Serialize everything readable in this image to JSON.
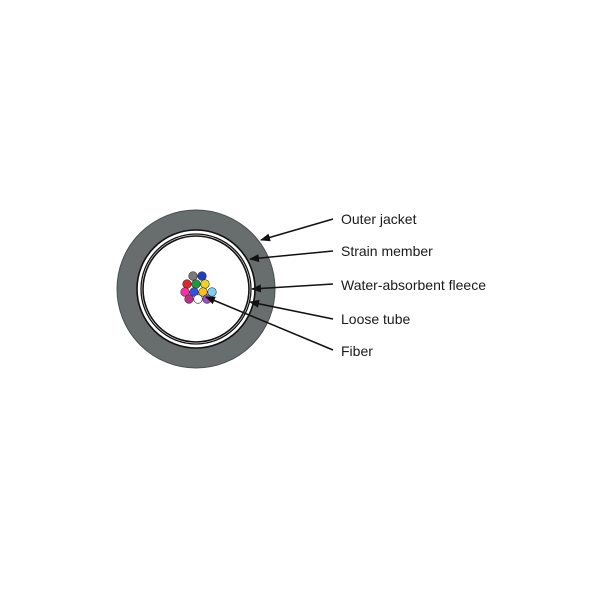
{
  "labels": {
    "outer_jacket": "Outer jacket",
    "strain_member": "Strain member",
    "water_fleece": "Water-absorbent fleece",
    "loose_tube": "Loose tube",
    "fiber": "Fiber"
  },
  "colors": {
    "jacket": "#686d6d",
    "jacket_stroke": "#4a4e4e",
    "ring_stroke": "#111111",
    "fill_white": "#ffffff",
    "fibers": [
      "#7a7a7a",
      "#1f3fbf",
      "#e0262b",
      "#1e9a3a",
      "#f2d21b",
      "#ff2fa0",
      "#3450e0",
      "#f7c21e",
      "#7ad3f2",
      "#c42a89",
      "#ffffff",
      "#9b4fd0"
    ]
  }
}
